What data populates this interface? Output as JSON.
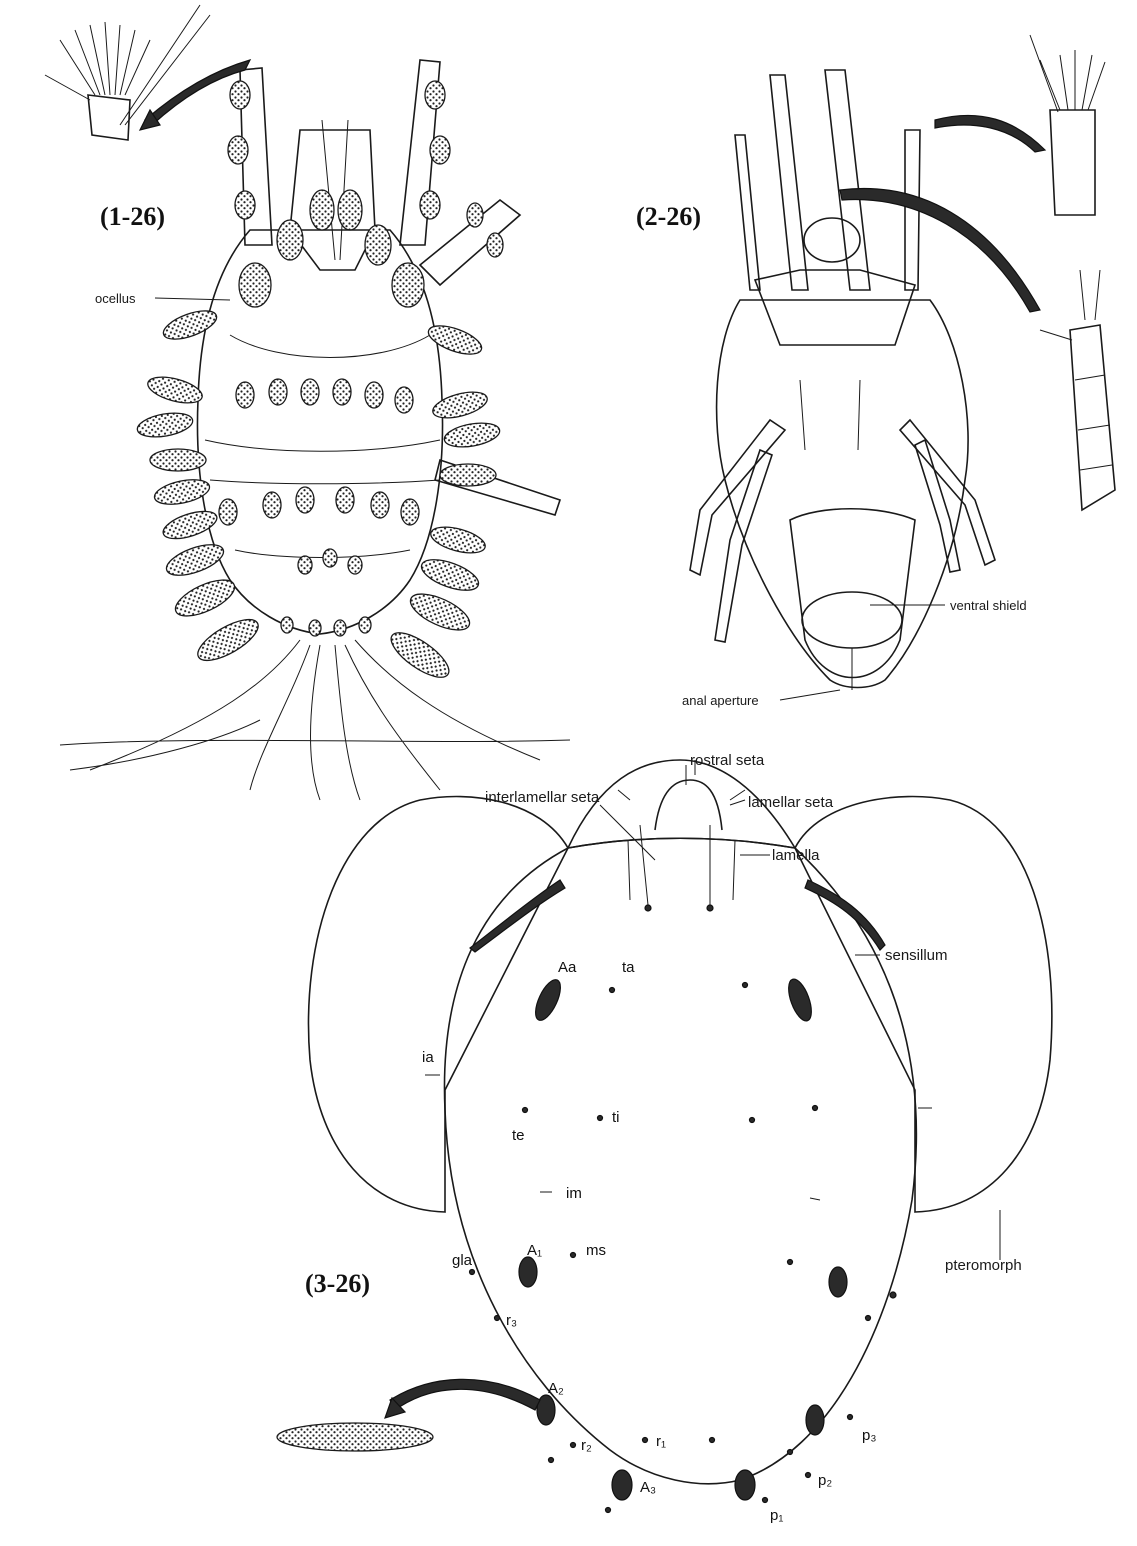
{
  "figures": {
    "fig1": {
      "number": "(1-26)",
      "labels": {
        "ocellus": "ocellus"
      }
    },
    "fig2": {
      "number": "(2-26)",
      "labels": {
        "ventral_shield": "ventral shield",
        "anal_aperture": "anal aperture"
      }
    },
    "fig3": {
      "number": "(3-26)",
      "labels": {
        "rostral_seta": "rostral seta",
        "interlamellar_seta": "interlamellar seta",
        "lamellar_seta": "lamellar seta",
        "lamella": "lamella",
        "sensillum": "sensillum",
        "pteromorph": "pteromorph",
        "Aa": "Aa",
        "ta": "ta",
        "ia": "ia",
        "te": "te",
        "ti": "ti",
        "im": "im",
        "A1": "A₁",
        "ms": "ms",
        "gla": "gla",
        "r3": "r₃",
        "A2": "A₂",
        "r2": "r₂",
        "r1": "r₁",
        "A3": "A₃",
        "p1": "p₁",
        "p2": "p₂",
        "p3": "p₃"
      }
    }
  }
}
